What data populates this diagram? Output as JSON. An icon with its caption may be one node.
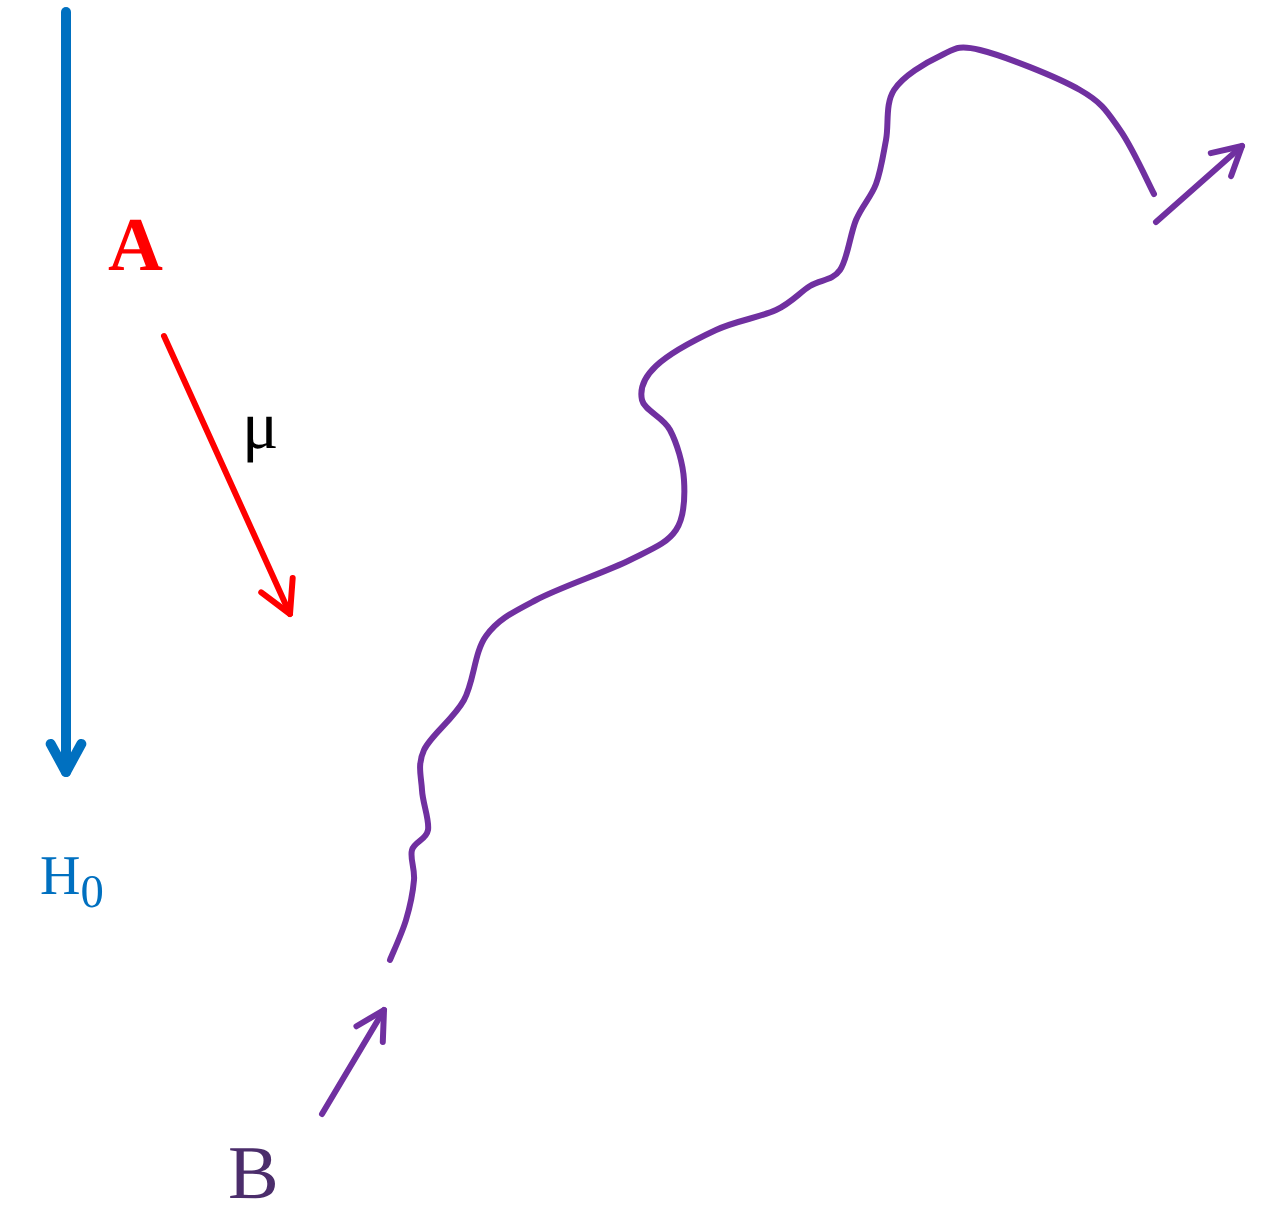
{
  "diagram": {
    "labels": [
      "A",
      "μ",
      "H$_{0}$",
      "B"
    ]
  }
}
